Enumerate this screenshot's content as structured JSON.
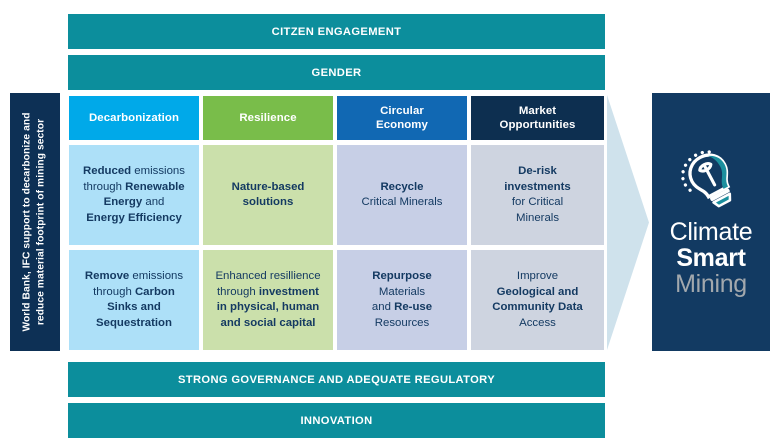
{
  "left_panel": {
    "line1": "World Bank, IFC support to decarbonize and",
    "line2": "reduce material footprint of mining sector",
    "bg_color": "#0d3055"
  },
  "bands": {
    "top": [
      {
        "label": "CITZEN ENGAGEMENT",
        "color": "#0c8e9c"
      },
      {
        "label": "GENDER",
        "color": "#0c8e9c"
      }
    ],
    "bottom": [
      {
        "label": "STRONG GOVERNANCE AND ADEQUATE REGULATORY",
        "color": "#0c8e9c"
      },
      {
        "label": "INNOVATION",
        "color": "#0c8e9c"
      }
    ]
  },
  "columns": [
    {
      "header": "Decarbonization",
      "header_color": "#00a9e9",
      "body_color": "#ade0f8",
      "cells": [
        {
          "segments": [
            {
              "text": "Reduced",
              "bold": true
            },
            {
              "text": " emissions",
              "bold": false
            },
            {
              "text": "\n",
              "bold": false
            },
            {
              "text": "through ",
              "bold": false
            },
            {
              "text": "Renewable",
              "bold": true
            },
            {
              "text": "\n",
              "bold": false
            },
            {
              "text": "Energy",
              "bold": true
            },
            {
              "text": " and",
              "bold": false
            },
            {
              "text": "\n",
              "bold": false
            },
            {
              "text": "Energy Efficiency",
              "bold": true
            }
          ]
        },
        {
          "segments": [
            {
              "text": "Remove",
              "bold": true
            },
            {
              "text": " emissions",
              "bold": false
            },
            {
              "text": "\n",
              "bold": false
            },
            {
              "text": "through ",
              "bold": false
            },
            {
              "text": "Carbon",
              "bold": true
            },
            {
              "text": "\n",
              "bold": false
            },
            {
              "text": "Sinks and",
              "bold": true
            },
            {
              "text": "\n",
              "bold": false
            },
            {
              "text": "Sequestration",
              "bold": true
            }
          ]
        }
      ]
    },
    {
      "header": "Resilience",
      "header_color": "#79bd4a",
      "body_color": "#cbe0ab",
      "cells": [
        {
          "segments": [
            {
              "text": "Nature-based",
              "bold": true
            },
            {
              "text": "\n",
              "bold": false
            },
            {
              "text": "solutions",
              "bold": true
            }
          ]
        },
        {
          "segments": [
            {
              "text": "Enhanced resillience",
              "bold": false
            },
            {
              "text": "\n",
              "bold": false
            },
            {
              "text": "through ",
              "bold": false
            },
            {
              "text": "investment",
              "bold": true
            },
            {
              "text": "\n",
              "bold": false
            },
            {
              "text": "in physical, human",
              "bold": true
            },
            {
              "text": "\n",
              "bold": false
            },
            {
              "text": "and social capital",
              "bold": true
            }
          ]
        }
      ]
    },
    {
      "header": "Circular\nEconomy",
      "header_color": "#1168b3",
      "body_color": "#c7cfe6",
      "cells": [
        {
          "segments": [
            {
              "text": "Recycle",
              "bold": true
            },
            {
              "text": "\n",
              "bold": false
            },
            {
              "text": "Critical Minerals",
              "bold": false
            }
          ]
        },
        {
          "segments": [
            {
              "text": "Repurpose",
              "bold": true
            },
            {
              "text": "\n",
              "bold": false
            },
            {
              "text": "Materials",
              "bold": false
            },
            {
              "text": "\n",
              "bold": false
            },
            {
              "text": "and ",
              "bold": false
            },
            {
              "text": "Re-use",
              "bold": true
            },
            {
              "text": "\n",
              "bold": false
            },
            {
              "text": "Resources",
              "bold": false
            }
          ]
        }
      ]
    },
    {
      "header": "Market\nOpportunities",
      "header_color": "#0d2f50",
      "body_color": "#ced4e0",
      "cells": [
        {
          "segments": [
            {
              "text": "De-risk",
              "bold": true
            },
            {
              "text": "\n",
              "bold": false
            },
            {
              "text": "investments",
              "bold": true
            },
            {
              "text": "\n",
              "bold": false
            },
            {
              "text": "for Critical",
              "bold": false
            },
            {
              "text": "\n",
              "bold": false
            },
            {
              "text": "Minerals",
              "bold": false
            }
          ]
        },
        {
          "segments": [
            {
              "text": "Improve",
              "bold": false
            },
            {
              "text": "\n",
              "bold": false
            },
            {
              "text": "Geological and",
              "bold": true
            },
            {
              "text": "\n",
              "bold": false
            },
            {
              "text": "Community Data",
              "bold": true
            },
            {
              "text": "\n",
              "bold": false
            },
            {
              "text": "Access",
              "bold": false
            }
          ]
        }
      ]
    }
  ],
  "arrow": {
    "color": "#cfe2ec"
  },
  "brand": {
    "word1": "Climate",
    "word2": "Smart",
    "word3": "Mining",
    "bg_color": "#123a62",
    "accent_color": "#1b8f9e",
    "muted_color": "#a2a8ad",
    "logo_name": "pickaxe-lightbulb-logo"
  }
}
